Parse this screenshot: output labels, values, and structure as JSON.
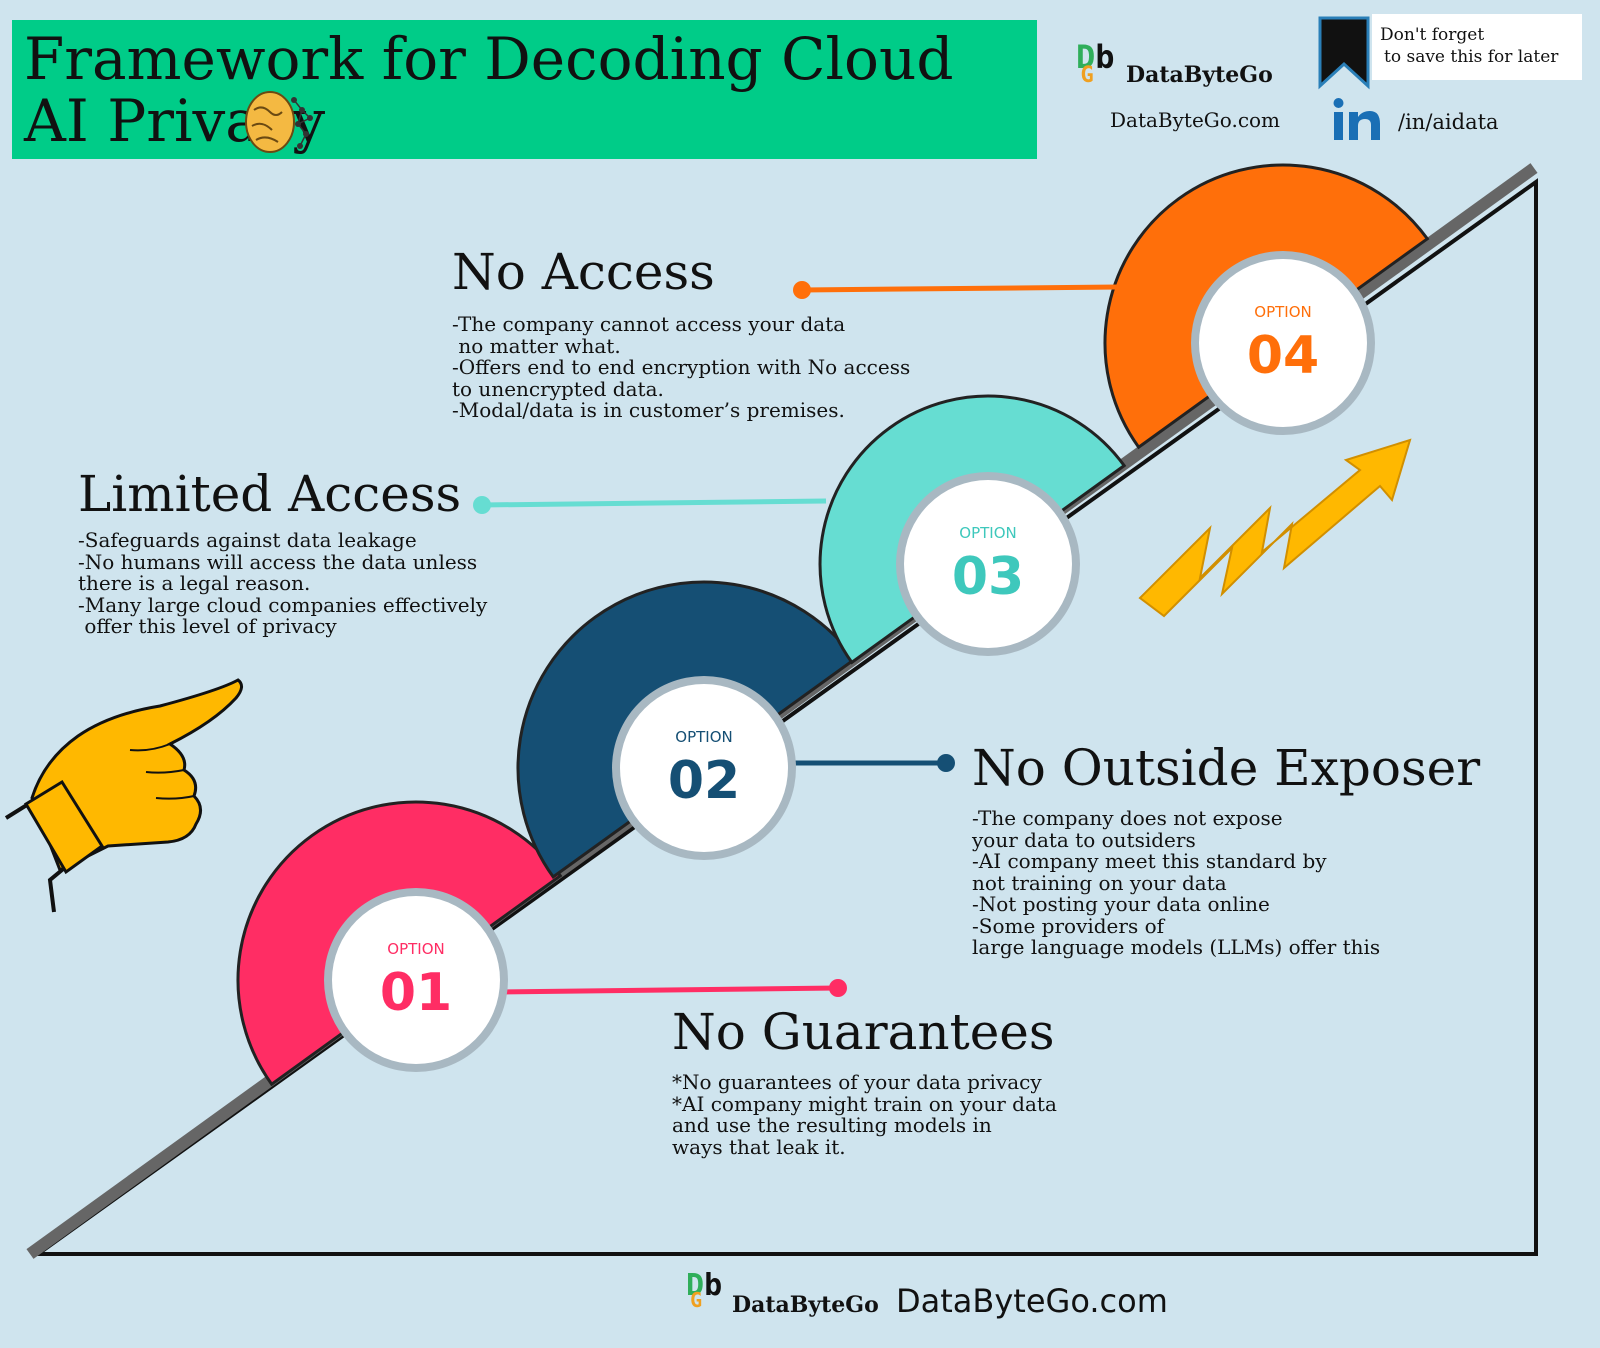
{
  "title": "Framework for Decoding Cloud AI Privacy",
  "brand": {
    "name": "DataByteGo",
    "url": "DataByteGo.com",
    "linkedin_handle": "/in/aidata",
    "save_note": [
      "Don't forget",
      "to save this for later"
    ]
  },
  "footer": {
    "name": "DataByteGo",
    "url": "DataByteGo.com"
  },
  "options": [
    {
      "label": "OPTION",
      "number": "01",
      "color": "#ff2d64",
      "heading": "No Guarantees",
      "lines": [
        "*No guarantees of your data privacy",
        "*AI company might train on your data",
        "and use the resulting models in",
        "ways that leak it."
      ]
    },
    {
      "label": "OPTION",
      "number": "02",
      "color": "#154f74",
      "heading": "No Outside Exposer",
      "lines": [
        "-The company does not expose",
        "your data to outsiders",
        "-AI company meet this standard by",
        "not training on your data",
        "-Not posting your data online",
        "-Some providers of",
        "large language models (LLMs) offer this"
      ]
    },
    {
      "label": "OPTION",
      "number": "03",
      "color": "#66ddd2",
      "heading": "Limited Access",
      "lines": [
        "-Safeguards against data leakage",
        "-No humans will access the data unless",
        "there is a legal reason.",
        "-Many large cloud companies effectively",
        " offer this level of privacy"
      ]
    },
    {
      "label": "OPTION",
      "number": "04",
      "color": "#ff6f0a",
      "heading": "No Access",
      "lines": [
        "-The company cannot access your data",
        " no matter what.",
        "-Offers end to end encryption with No access",
        "to unencrypted data.",
        "-Modal/data is in customer’s premises."
      ]
    }
  ],
  "colors": {
    "background": "#cfe4ee",
    "title_bar": "#00cc88",
    "accent_yellow": "#ffb800",
    "ramp_line": "#555555"
  },
  "icons": [
    "brain-icon",
    "bookmark-icon",
    "linkedin-icon",
    "pointing-hand-icon",
    "zigzag-arrow-icon"
  ]
}
